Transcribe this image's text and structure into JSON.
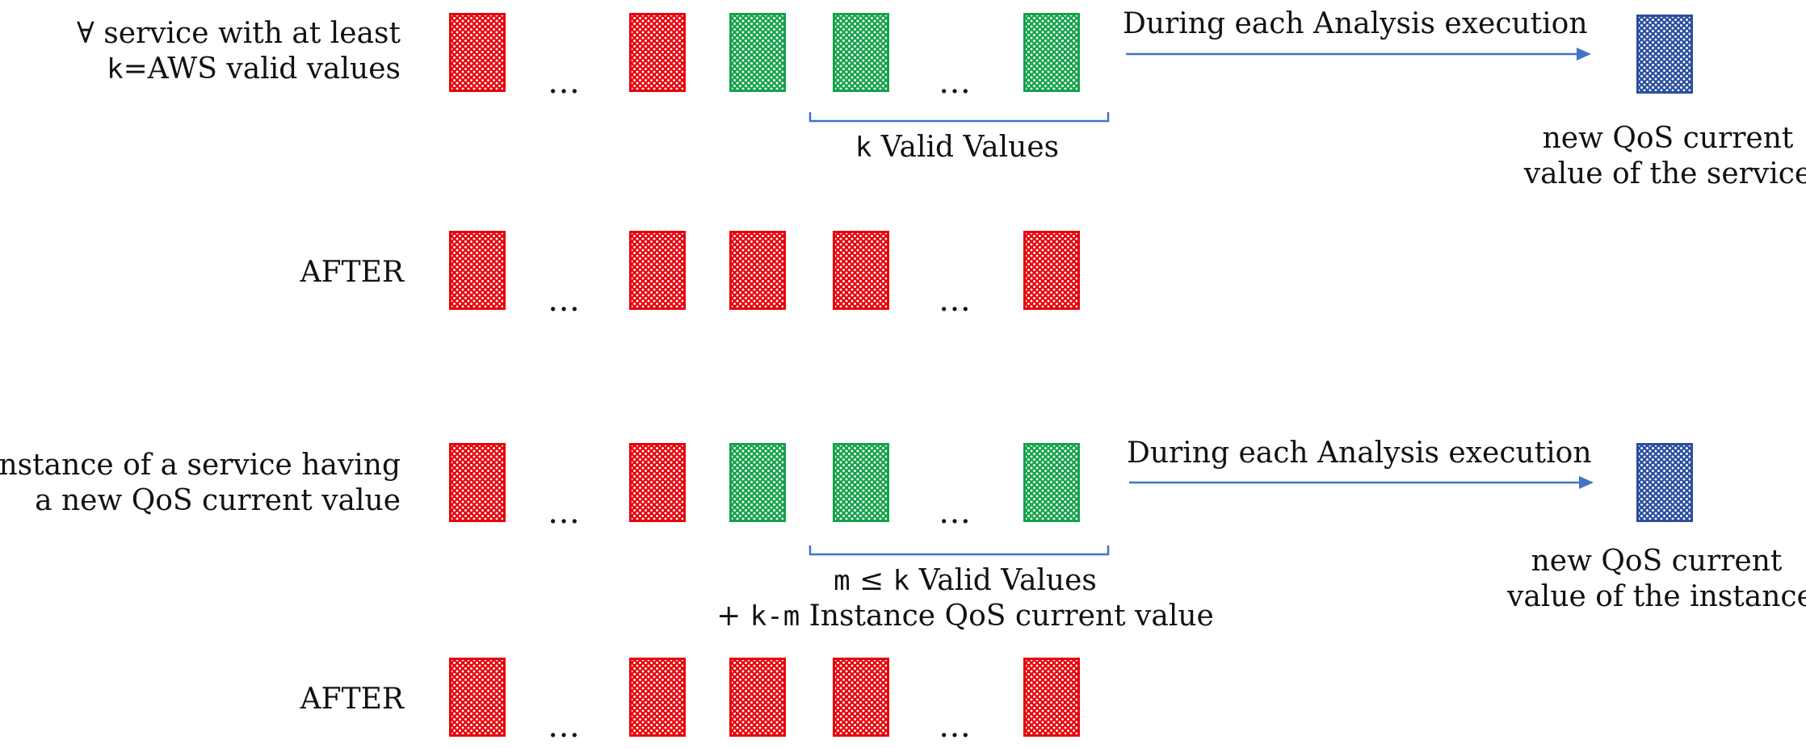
{
  "colors": {
    "invalid": "#e8000b",
    "valid": "#14a34a",
    "result": "#2b4f9e",
    "arrow": "#4472c4"
  },
  "section1": {
    "label_line1": "∀ service with at least",
    "label_line2_code": "k",
    "label_line2_rest": "=AWS valid values",
    "arrow_label": "During each Analysis execution",
    "brace_code": "k",
    "brace_text": " Valid Values",
    "result_line1": "new QoS current",
    "result_line2": "value of the service",
    "after_label": "AFTER"
  },
  "section2": {
    "label_line1": "∀ instance of a service having",
    "label_line2": "a new QoS current value",
    "arrow_label": "During each Analysis execution",
    "brace_line1_code1": "m",
    "brace_line1_op": " ≤ ",
    "brace_line1_code2": "k",
    "brace_line1_text": " Valid Values",
    "brace_line2_prefix": "+ ",
    "brace_line2_code": "k-m",
    "brace_line2_text": " Instance QoS current value",
    "result_line1": "new QoS current",
    "result_line2": "value of the instance",
    "after_label": "AFTER"
  },
  "ellipsis": "…",
  "icons": {
    "invalid_box": "red-dotted-box",
    "valid_box": "green-dotted-box",
    "result_box": "blue-dotted-box"
  }
}
